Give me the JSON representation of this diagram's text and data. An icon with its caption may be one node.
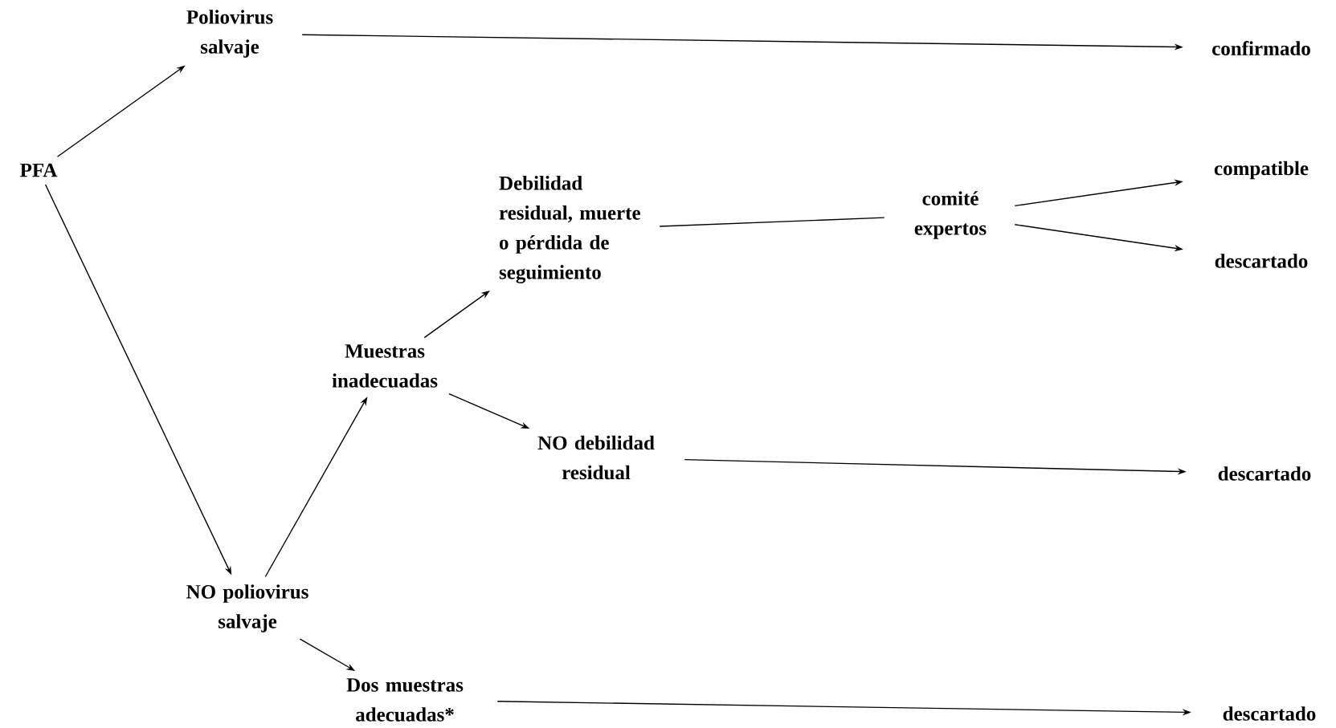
{
  "diagram": {
    "nodes": [
      {
        "text": [
          "PFA"
        ]
      },
      {
        "text": [
          "Poliovirus salvaje"
        ]
      },
      {
        "text": [
          "confirmado"
        ]
      },
      {
        "text": [
          "NO poliovirus salvaje"
        ]
      },
      {
        "text": [
          "Muestras inadecuadas"
        ]
      },
      {
        "text": [
          "Dos muestras adecuadas*"
        ]
      },
      {
        "text": [
          "Debilidad residual, muerte o pérdida de seguimiento"
        ]
      },
      {
        "text": [
          "NO debilidad residual"
        ]
      },
      {
        "text": [
          "comité expertos"
        ]
      },
      {
        "text": [
          "compatible"
        ]
      },
      {
        "text": [
          "descartado"
        ]
      },
      {
        "text": [
          "descartado"
        ]
      },
      {
        "text": [
          "descartado"
        ]
      }
    ],
    "edges": [
      {
        "from": 0,
        "to": 1,
        "arrow": "to"
      },
      {
        "from": 1,
        "to": 2,
        "arrow": "to"
      },
      {
        "from": 0,
        "to": 3,
        "arrow": "to"
      },
      {
        "from": 3,
        "to": 4,
        "arrow": "to"
      },
      {
        "from": 3,
        "to": 5,
        "arrow": "to"
      },
      {
        "from": 4,
        "to": 6,
        "arrow": "to"
      },
      {
        "from": 4,
        "to": 7,
        "arrow": "to"
      },
      {
        "from": 6,
        "to": 8,
        "arrow": "none"
      },
      {
        "from": 8,
        "to": 9,
        "arrow": "to"
      },
      {
        "from": 8,
        "to": 10,
        "arrow": "to"
      },
      {
        "from": 7,
        "to": 11,
        "arrow": "to"
      },
      {
        "from": 5,
        "to": 12,
        "arrow": "to"
      }
    ]
  }
}
